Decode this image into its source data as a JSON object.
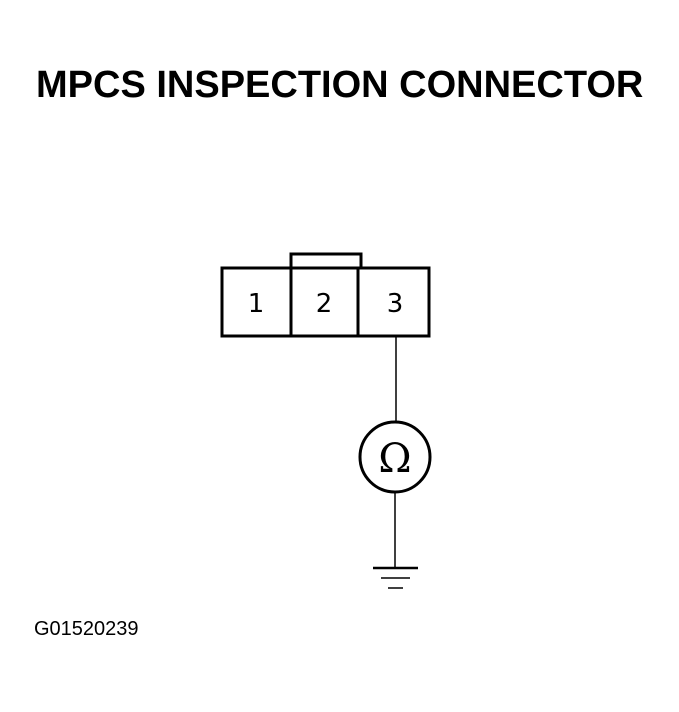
{
  "title": "MPCS INSPECTION CONNECTOR",
  "connector": {
    "pins": [
      {
        "label": "1"
      },
      {
        "label": "2"
      },
      {
        "label": "3"
      }
    ]
  },
  "meter": {
    "symbol": "Ω"
  },
  "figure_id": "G01520239"
}
